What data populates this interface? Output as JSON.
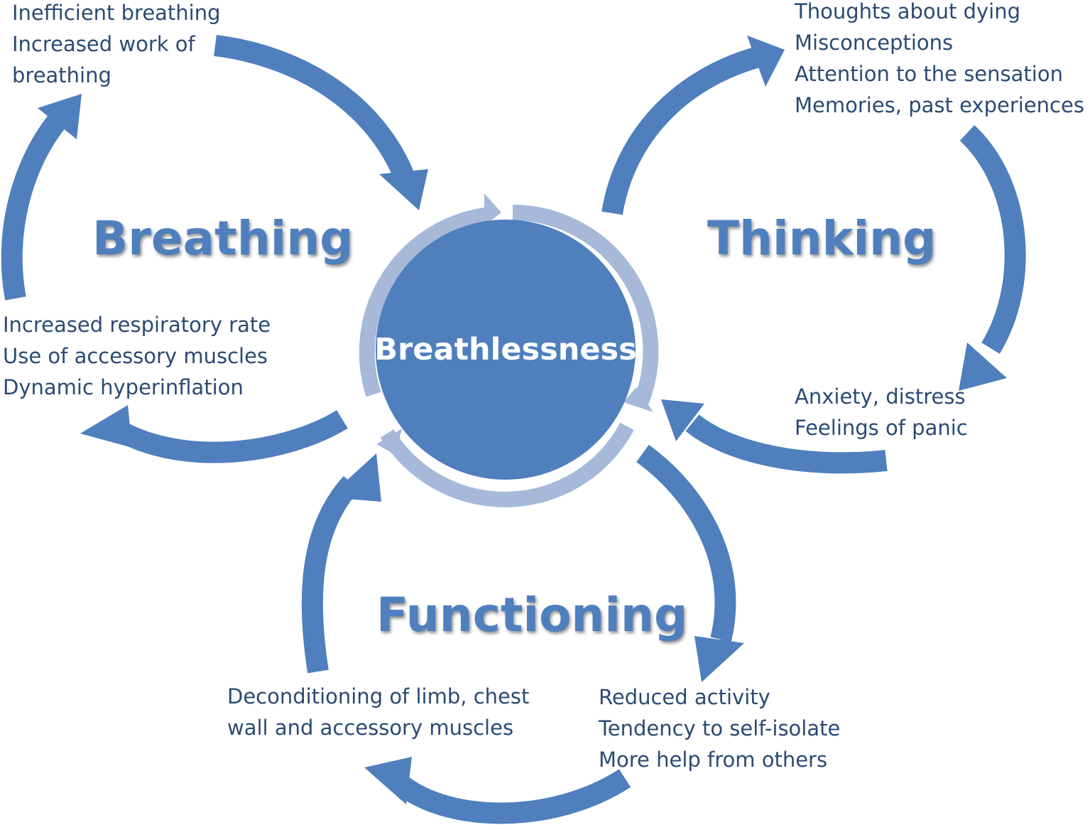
{
  "center": {
    "label": "Breathlessness"
  },
  "breathing": {
    "label": "Breathing",
    "top_lines": [
      "Inefficient breathing",
      "Increased work of",
      "breathing"
    ],
    "bottom_lines": [
      "Increased respiratory rate",
      "Use of accessory muscles",
      "Dynamic hyperinflation"
    ]
  },
  "thinking": {
    "label": "Thinking",
    "top_lines": [
      "Thoughts about dying",
      "Misconceptions",
      "Attention to the sensation",
      "Memories, past experiences"
    ],
    "bottom_lines": [
      "Anxiety, distress",
      "Feelings of panic"
    ]
  },
  "functioning": {
    "label": "Functioning",
    "left_lines": [
      "Deconditioning of limb, chest",
      "wall and accessory muscles"
    ],
    "right_lines": [
      "Reduced activity",
      "Tendency to self-isolate",
      "More help from others"
    ]
  },
  "colors": {
    "arrow": "#4f7fbd",
    "circle": "#4f7fbd",
    "ring": "#a6b9d9",
    "text": "#2b4a73"
  }
}
